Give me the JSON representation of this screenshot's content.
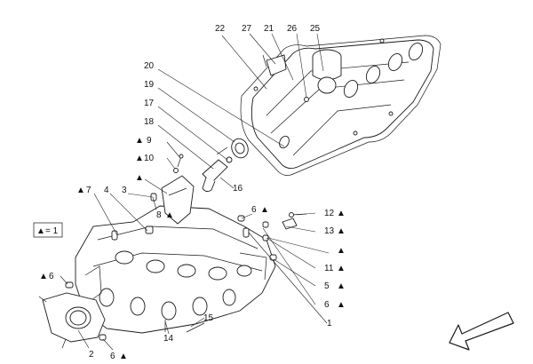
{
  "legend": {
    "symbol": "▲",
    "text": "= 1"
  },
  "callouts": {
    "c22": "22",
    "c27": "27",
    "c21": "21",
    "c26": "26",
    "c25": "25",
    "c20": "20",
    "c19": "19",
    "c17": "17",
    "c18": "18",
    "c9": "9",
    "c10": "10",
    "c16": "16",
    "c7": "7",
    "c4": "4",
    "c3": "3",
    "c8": "8",
    "c6a": "6",
    "c6b": "6",
    "c6c": "6",
    "c6d": "6",
    "c12": "12",
    "c13": "13",
    "c11": "11",
    "c5": "5",
    "c1": "1",
    "c2": "2",
    "c14": "14",
    "c15": "15"
  },
  "triangle_symbol": "▲",
  "icons": {
    "direction": "arrow-down-left-outline-icon"
  }
}
